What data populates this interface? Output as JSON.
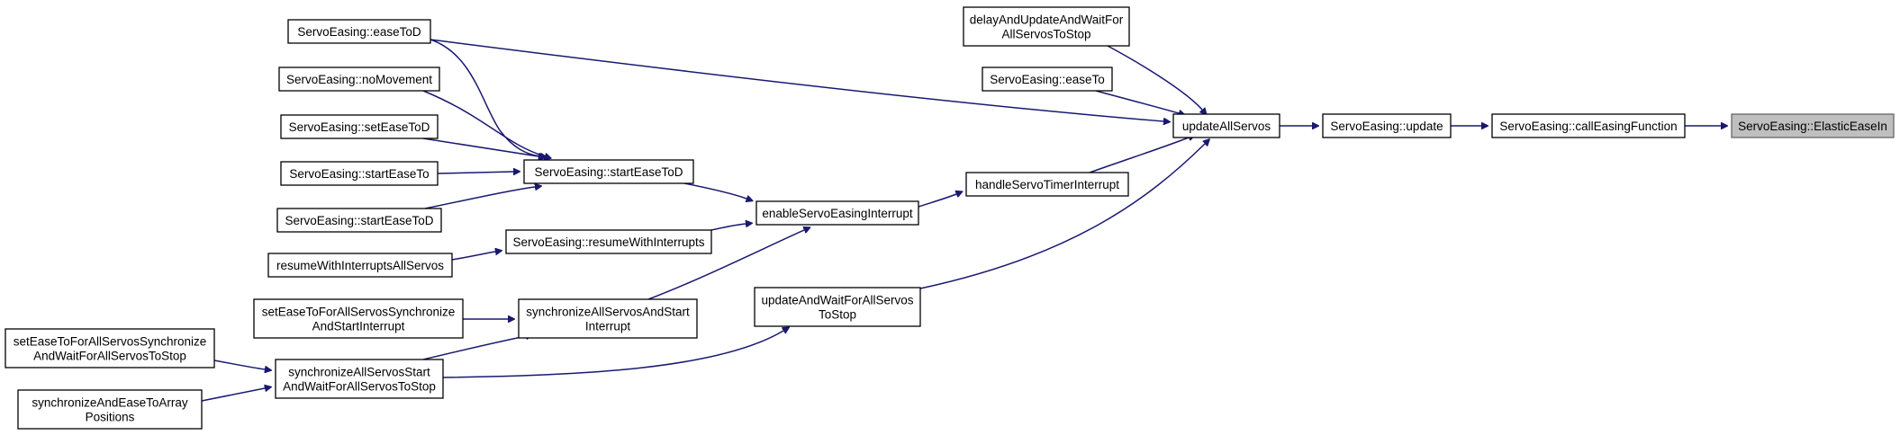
{
  "diagram": {
    "type": "call-graph",
    "colors": {
      "edge": "#191970",
      "node_border": "#000000",
      "node_fill": "#ffffff",
      "focus_fill": "#bfbfbf",
      "focus_border": "#666666"
    },
    "nodes": [
      {
        "id": "n_elastic",
        "lines": [
          "ServoEasing::ElasticEaseIn"
        ],
        "focus": true
      },
      {
        "id": "n_calleasing",
        "lines": [
          "ServoEasing::callEasingFunction"
        ]
      },
      {
        "id": "n_update",
        "lines": [
          "ServoEasing::update"
        ]
      },
      {
        "id": "n_updateall",
        "lines": [
          "updateAllServos"
        ]
      },
      {
        "id": "n_delayupdate",
        "lines": [
          "delayAndUpdateAndWaitFor",
          "AllServosToStop"
        ]
      },
      {
        "id": "n_easeto",
        "lines": [
          "ServoEasing::easeTo"
        ]
      },
      {
        "id": "n_handletimer",
        "lines": [
          "handleServoTimerInterrupt"
        ]
      },
      {
        "id": "n_updatewait",
        "lines": [
          "updateAndWaitForAllServos",
          "ToStop"
        ]
      },
      {
        "id": "n_enableint",
        "lines": [
          "enableServoEasingInterrupt"
        ]
      },
      {
        "id": "n_easetod_top",
        "lines": [
          "ServoEasing::easeToD"
        ]
      },
      {
        "id": "n_startetod_mid",
        "lines": [
          "ServoEasing::startEaseToD"
        ]
      },
      {
        "id": "n_nomove",
        "lines": [
          "ServoEasing::noMovement"
        ]
      },
      {
        "id": "n_seteasetod",
        "lines": [
          "ServoEasing::setEaseToD"
        ]
      },
      {
        "id": "n_starteaseto",
        "lines": [
          "ServoEasing::startEaseTo"
        ]
      },
      {
        "id": "n_startetod_low",
        "lines": [
          "ServoEasing::startEaseToD"
        ]
      },
      {
        "id": "n_resumeint",
        "lines": [
          "ServoEasing::resumeWithInterrupts"
        ]
      },
      {
        "id": "n_resumeall",
        "lines": [
          "resumeWithInterruptsAllServos"
        ]
      },
      {
        "id": "n_syncstartint",
        "lines": [
          "synchronizeAllServosAndStart",
          "Interrupt"
        ]
      },
      {
        "id": "n_setsyncstart",
        "lines": [
          "setEaseToForAllServosSynchronize",
          "AndStartInterrupt"
        ]
      },
      {
        "id": "n_syncwait",
        "lines": [
          "synchronizeAllServosStart",
          "AndWaitForAllServosToStop"
        ]
      },
      {
        "id": "n_setsyncwait",
        "lines": [
          "setEaseToForAllServosSynchronize",
          "AndWaitForAllServosToStop"
        ]
      },
      {
        "id": "n_syncarray",
        "lines": [
          "synchronizeAndEaseToArray",
          "Positions"
        ]
      }
    ],
    "edges": [
      {
        "from": "n_calleasing",
        "to": "n_elastic"
      },
      {
        "from": "n_update",
        "to": "n_calleasing"
      },
      {
        "from": "n_updateall",
        "to": "n_update"
      },
      {
        "from": "n_delayupdate",
        "to": "n_updateall"
      },
      {
        "from": "n_easeto",
        "to": "n_updateall"
      },
      {
        "from": "n_easetod_top",
        "to": "n_updateall"
      },
      {
        "from": "n_handletimer",
        "to": "n_updateall"
      },
      {
        "from": "n_updatewait",
        "to": "n_updateall"
      },
      {
        "from": "n_enableint",
        "to": "n_handletimer"
      },
      {
        "from": "n_startetod_mid",
        "to": "n_enableint"
      },
      {
        "from": "n_resumeint",
        "to": "n_enableint"
      },
      {
        "from": "n_syncstartint",
        "to": "n_enableint"
      },
      {
        "from": "n_easetod_top",
        "to": "n_startetod_mid"
      },
      {
        "from": "n_nomove",
        "to": "n_startetod_mid"
      },
      {
        "from": "n_seteasetod",
        "to": "n_startetod_mid"
      },
      {
        "from": "n_starteaseto",
        "to": "n_startetod_mid"
      },
      {
        "from": "n_startetod_low",
        "to": "n_startetod_mid"
      },
      {
        "from": "n_resumeall",
        "to": "n_resumeint"
      },
      {
        "from": "n_setsyncstart",
        "to": "n_syncstartint"
      },
      {
        "from": "n_syncwait",
        "to": "n_syncstartint"
      },
      {
        "from": "n_syncwait",
        "to": "n_updatewait"
      },
      {
        "from": "n_setsyncwait",
        "to": "n_syncwait"
      },
      {
        "from": "n_syncarray",
        "to": "n_syncwait"
      }
    ]
  }
}
